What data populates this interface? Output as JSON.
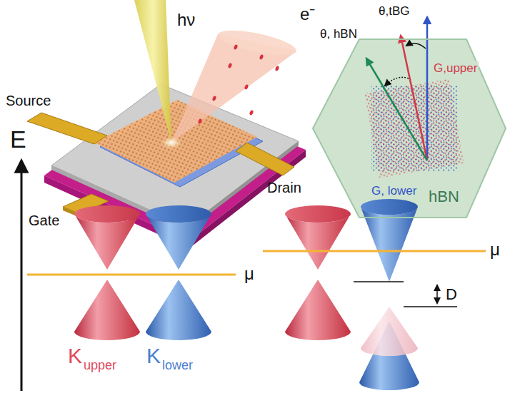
{
  "diagram": {
    "nodes": [
      {
        "text": [
          "hBN"
        ]
      }
    ],
    "labels": [
      "hν",
      "e⁻",
      "Source",
      "Drain",
      "Gate",
      "θ,tBG",
      "θ, hBN",
      "G,upper",
      "G, lower",
      "E",
      "μ",
      "μ",
      "D",
      "K",
      "upper",
      "K",
      "lower"
    ]
  }
}
